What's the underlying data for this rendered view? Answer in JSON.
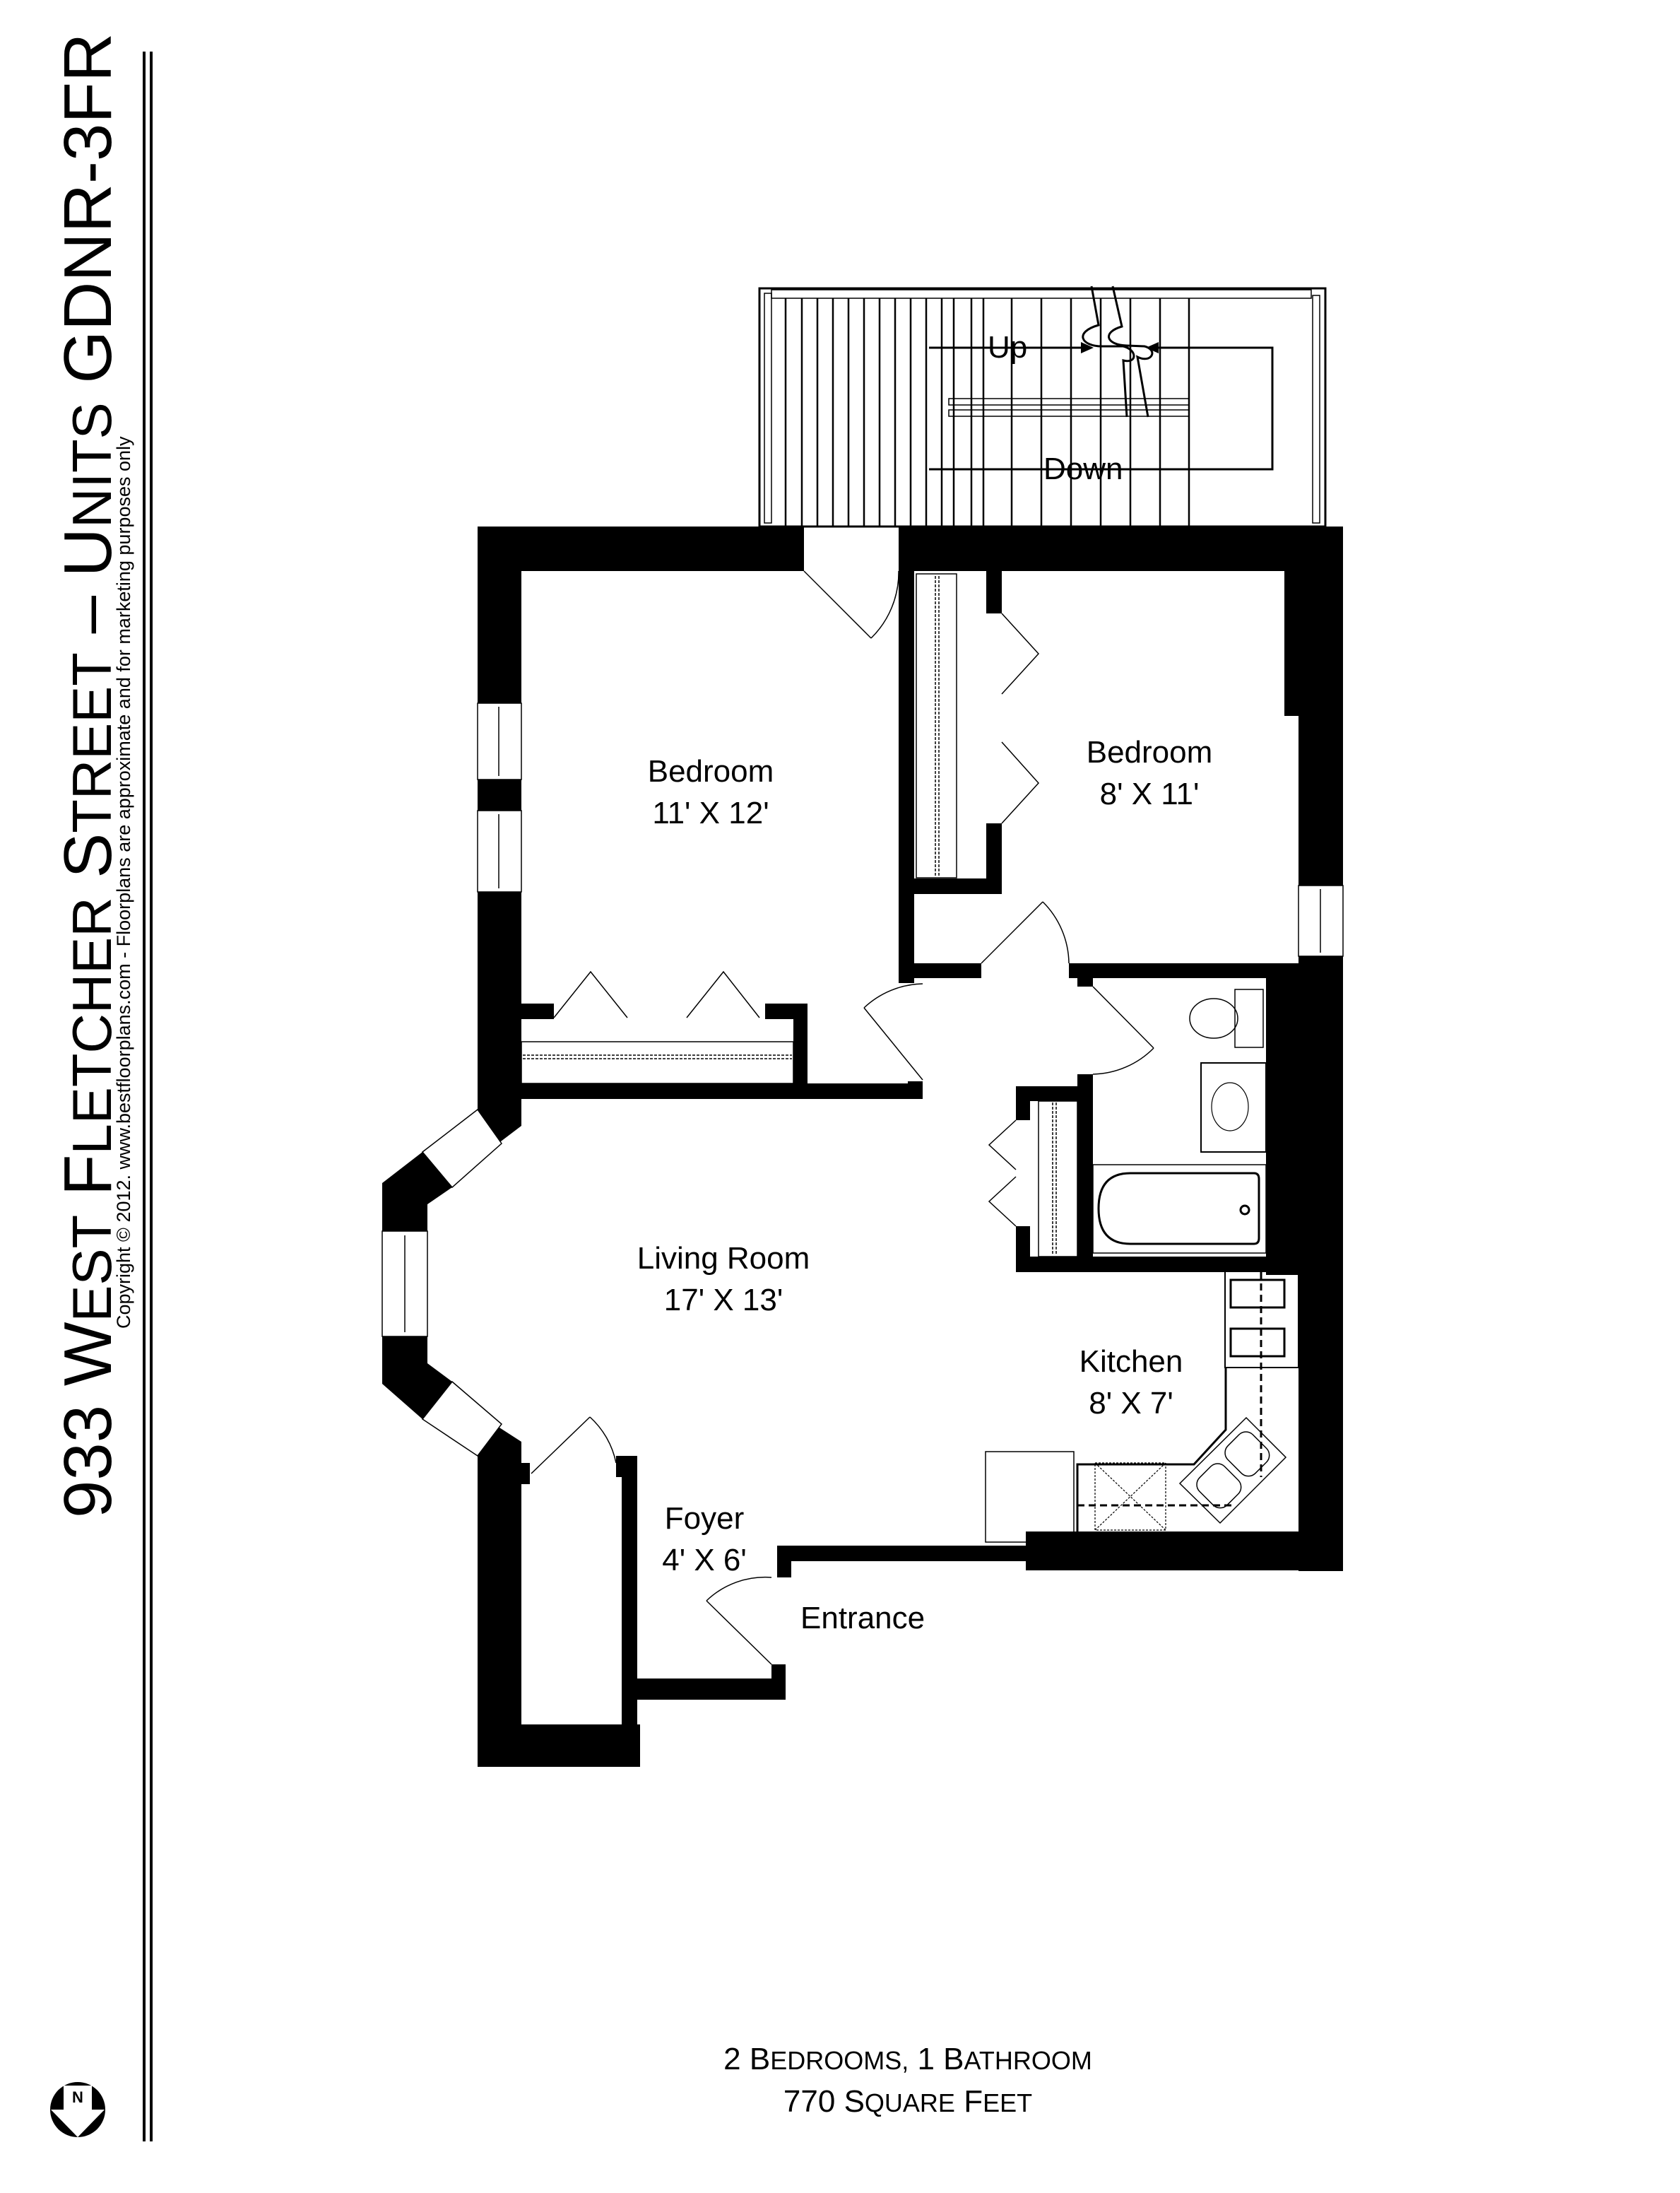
{
  "header": {
    "title_number": "933",
    "title_words": [
      {
        "initial": "W",
        "rest": "EST"
      },
      {
        "initial": "F",
        "rest": "LETCHER"
      },
      {
        "initial": "S",
        "rest": "TREET"
      }
    ],
    "title_dash": "–",
    "title_units": [
      {
        "initial": "U",
        "rest": "NITS"
      }
    ],
    "title_code": "GDNR-3FR",
    "copyright": "Copyright © 2012. www.bestfloorplans.com - Floorplans are approximate and for marketing purposes only"
  },
  "rooms": [
    {
      "id": "bedroom-1",
      "name": "Bedroom",
      "size": "11' X 12'"
    },
    {
      "id": "bedroom-2",
      "name": "Bedroom",
      "size": "8' X 11'"
    },
    {
      "id": "living-room",
      "name": "Living Room",
      "size": "17' X 13'"
    },
    {
      "id": "kitchen",
      "name": "Kitchen",
      "size": "8' X 7'"
    },
    {
      "id": "foyer",
      "name": "Foyer",
      "size": "4' X 6'"
    }
  ],
  "labels": {
    "entrance": "Entrance",
    "stairs_up": "Up",
    "stairs_down": "Down"
  },
  "summary": {
    "line1": {
      "num1": "2",
      "word1_initial": "B",
      "word1_rest": "EDROOMS,",
      "num2": "1",
      "word2_initial": "B",
      "word2_rest": "ATHROOM"
    },
    "line2": {
      "num": "770",
      "word1_initial": "S",
      "word1_rest": "QUARE",
      "word2_initial": "F",
      "word2_rest": "EET"
    }
  },
  "compass": {
    "letter": "N",
    "direction": "down"
  },
  "colors": {
    "ink": "#000000",
    "paper": "#ffffff"
  }
}
